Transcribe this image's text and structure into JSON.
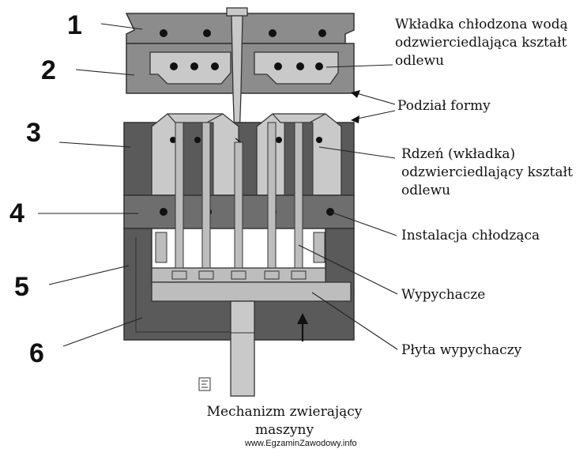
{
  "numbers": [
    "1",
    "2",
    "3",
    "4",
    "5",
    "6"
  ],
  "labels": {
    "cooled_insert": [
      "Wkładka chłodzona wodą",
      "odzwierciedlająca kształt",
      "odlewu"
    ],
    "parting_line": "Podział formy",
    "core": [
      "Rdzeń (wkładka)",
      "odzwierciedlający kształt",
      "odlewu"
    ],
    "cooling": "Instalacja chłodząca",
    "ejectors": "Wypychacze",
    "ejector_plate": "Płyta wypychaczy",
    "mechanism": [
      "Mechanizm zwierający",
      "maszyny"
    ]
  },
  "source": "www.EgzaminZawodowy.info",
  "colors": {
    "dark_plate": "#5a5a5a",
    "mid_plate": "#8c8c8c",
    "light_insert": "#c9c9c9",
    "ejector": "#bdbdbd",
    "hole": "#111111"
  }
}
